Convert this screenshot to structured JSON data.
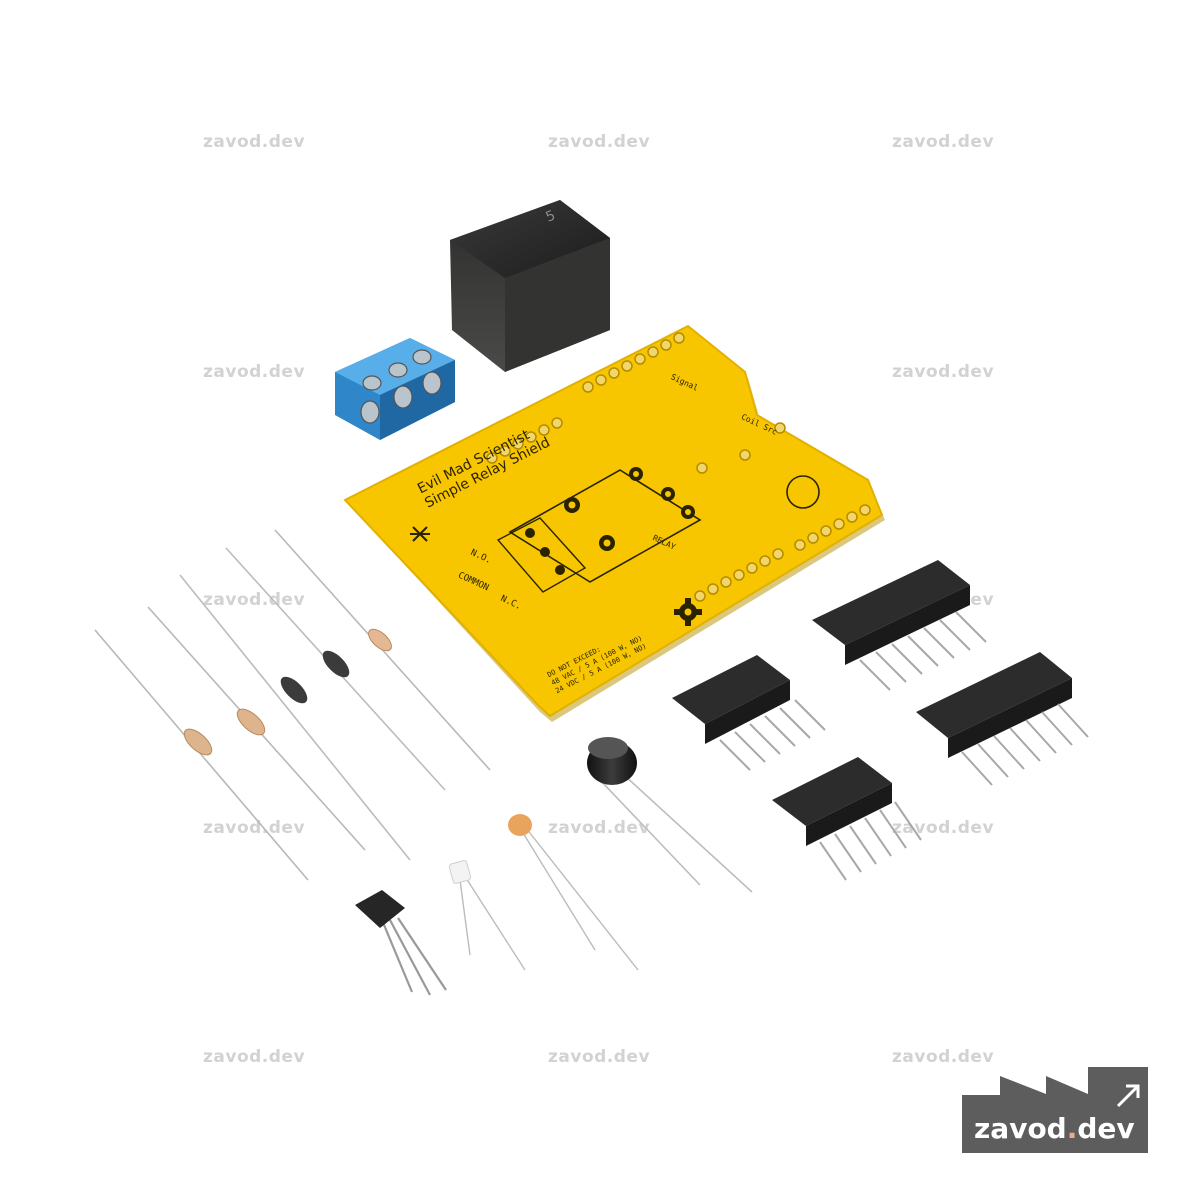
{
  "watermark": {
    "text": "zavod.dev"
  },
  "logo": {
    "name": "zavod",
    "dot": ".",
    "tld": "dev",
    "bg": "#5d5d5d",
    "accent": "#f4a78f"
  },
  "pcb": {
    "color": "#f7c600",
    "title_line1": "Evil Mad Scientist",
    "title_line2": "Simple Relay Shield",
    "label_no": "N.O.",
    "label_common": "COMMON",
    "label_nc": "N.C.",
    "label_relay": "RELAY",
    "warn_title": "DO NOT EXCEED:",
    "warn_line1": "48 VAC / 5 A (100 W, NO)",
    "warn_line2": "24 VDC / 5 A (100 W, NO)",
    "label_coil": "Coil Src",
    "label_signal": "Signal"
  },
  "relay": {
    "mark": "5"
  }
}
